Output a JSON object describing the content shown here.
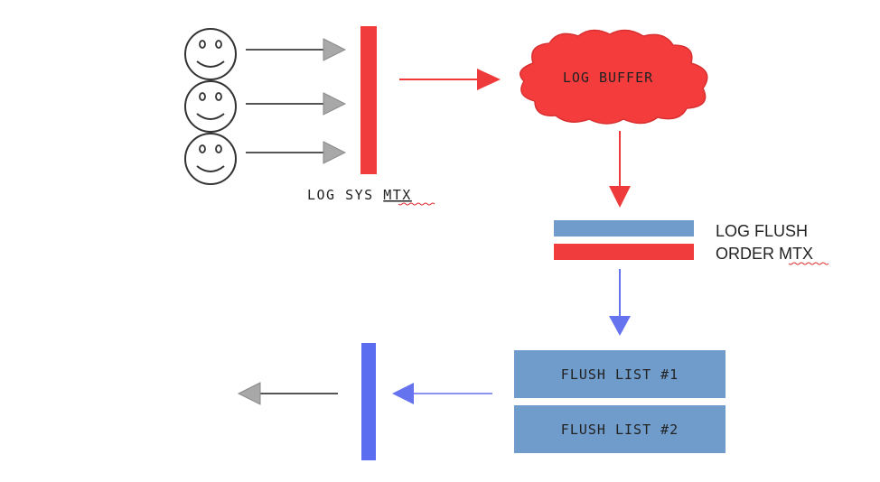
{
  "labels": {
    "log_sys_mtx_prefix": "LOG SYS ",
    "log_sys_mtx_suffix": "MTX",
    "log_buffer": "LOG BUFFER",
    "log_flush_line1": "LOG FLUSH",
    "log_flush_line2_prefix": "ORDER ",
    "log_flush_line2_suffix": "MTX",
    "flush_list_1": "FLUSH LIST #1",
    "flush_list_2": "FLUSH LIST #2"
  },
  "colors": {
    "red": "#f03c3c",
    "blue_bar": "#5a6cf0",
    "steel_blue": "#6f9ccb",
    "gray_arrow": "#888888",
    "arrow_red": "#ee3a3a",
    "arrow_blue": "#6673ee"
  },
  "icons": {
    "user_face": "smiley-face-icon"
  }
}
